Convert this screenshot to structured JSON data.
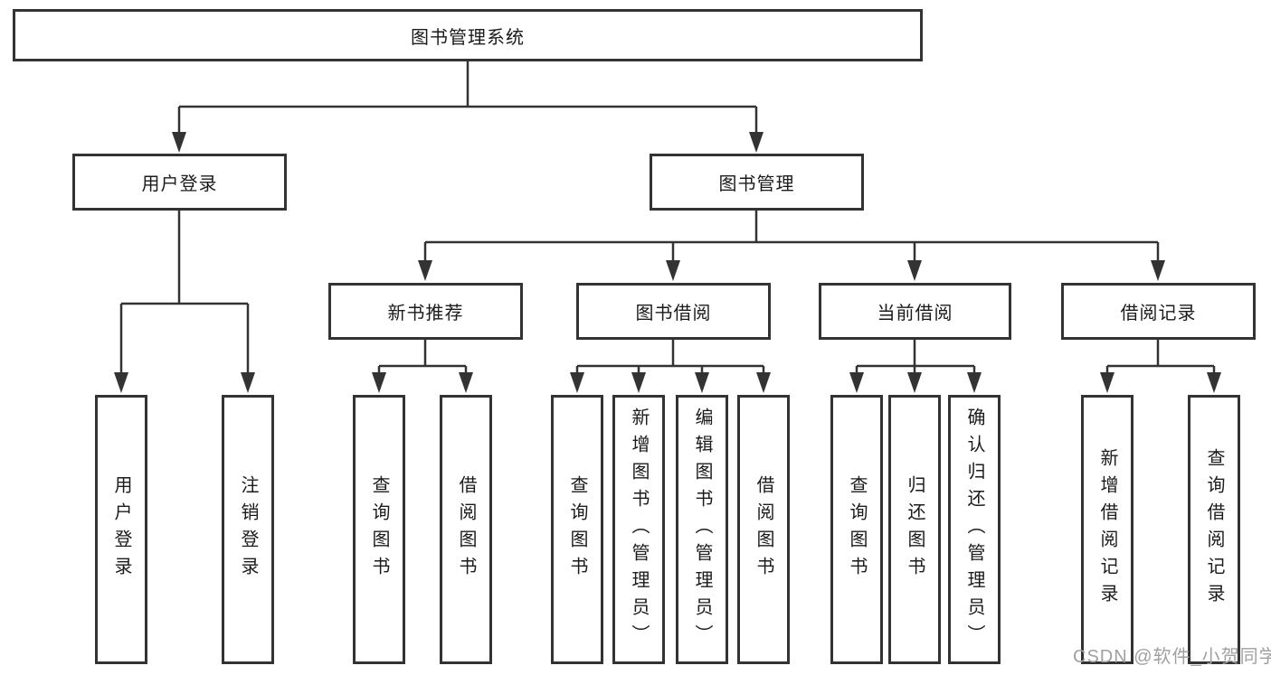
{
  "colors": {
    "line": "#333333",
    "box_border": "#333333",
    "box_fill": "#ffffff",
    "text": "#1b1b1b",
    "watermark": "#a0a0a0"
  },
  "watermark": {
    "text": "CSDN @软件_小贺同学"
  },
  "diagram": {
    "type": "tree",
    "root": {
      "label": "图书管理系统"
    },
    "branches": [
      {
        "label": "用户登录",
        "children": [
          {
            "label": "用户登录"
          },
          {
            "label": "注销登录"
          }
        ]
      },
      {
        "label": "图书管理",
        "children": [
          {
            "label": "新书推荐",
            "children": [
              {
                "label": "查询图书"
              },
              {
                "label": "借阅图书"
              }
            ]
          },
          {
            "label": "图书借阅",
            "children": [
              {
                "label": "查询图书"
              },
              {
                "label": "新增图书（管理员）"
              },
              {
                "label": "编辑图书（管理员）"
              },
              {
                "label": "借阅图书"
              }
            ]
          },
          {
            "label": "当前借阅",
            "children": [
              {
                "label": "查询图书"
              },
              {
                "label": "归还图书"
              },
              {
                "label": "确认归还（管理员）"
              }
            ]
          },
          {
            "label": "借阅记录",
            "children": [
              {
                "label": "新增借阅记录"
              },
              {
                "label": "查询借阅记录"
              }
            ]
          }
        ]
      }
    ]
  }
}
